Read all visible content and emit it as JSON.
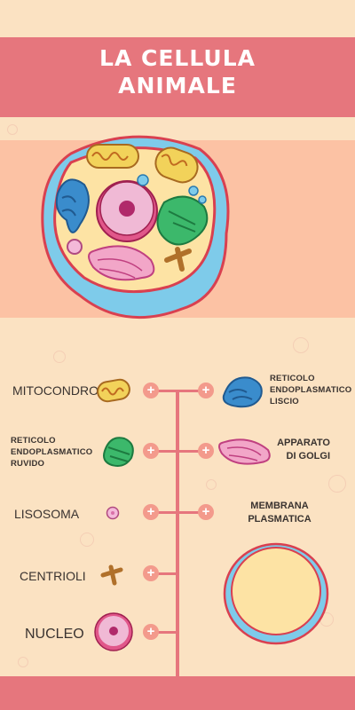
{
  "title_line1": "LA CELLULA",
  "title_line2": "ANIMALE",
  "plus_symbol": "+",
  "colors": {
    "background": "#fbe2c2",
    "banner": "#e6767d",
    "panel": "#fcc2a4",
    "axis": "#e6767d",
    "plus": "#f39a8c"
  },
  "left_labels": {
    "mitocondro": "MITOCONDRO",
    "rer_1": "RETICOLO",
    "rer_2": "ENDOPLASMATICO",
    "rer_3": "RUVIDO",
    "lisosoma": "LISOSOMA",
    "centrioli": "CENTRIOLI",
    "nucleo": "NUCLEO"
  },
  "right_labels": {
    "rel_1": "RETICOLO",
    "rel_2": "ENDOPLASMATICO",
    "rel_3": "LISCIO",
    "golgi_1": "APPARATO",
    "golgi_2": "DI GOLGI",
    "membrana_1": "MEMBRANA",
    "membrana_2": "PLASMATICA"
  }
}
